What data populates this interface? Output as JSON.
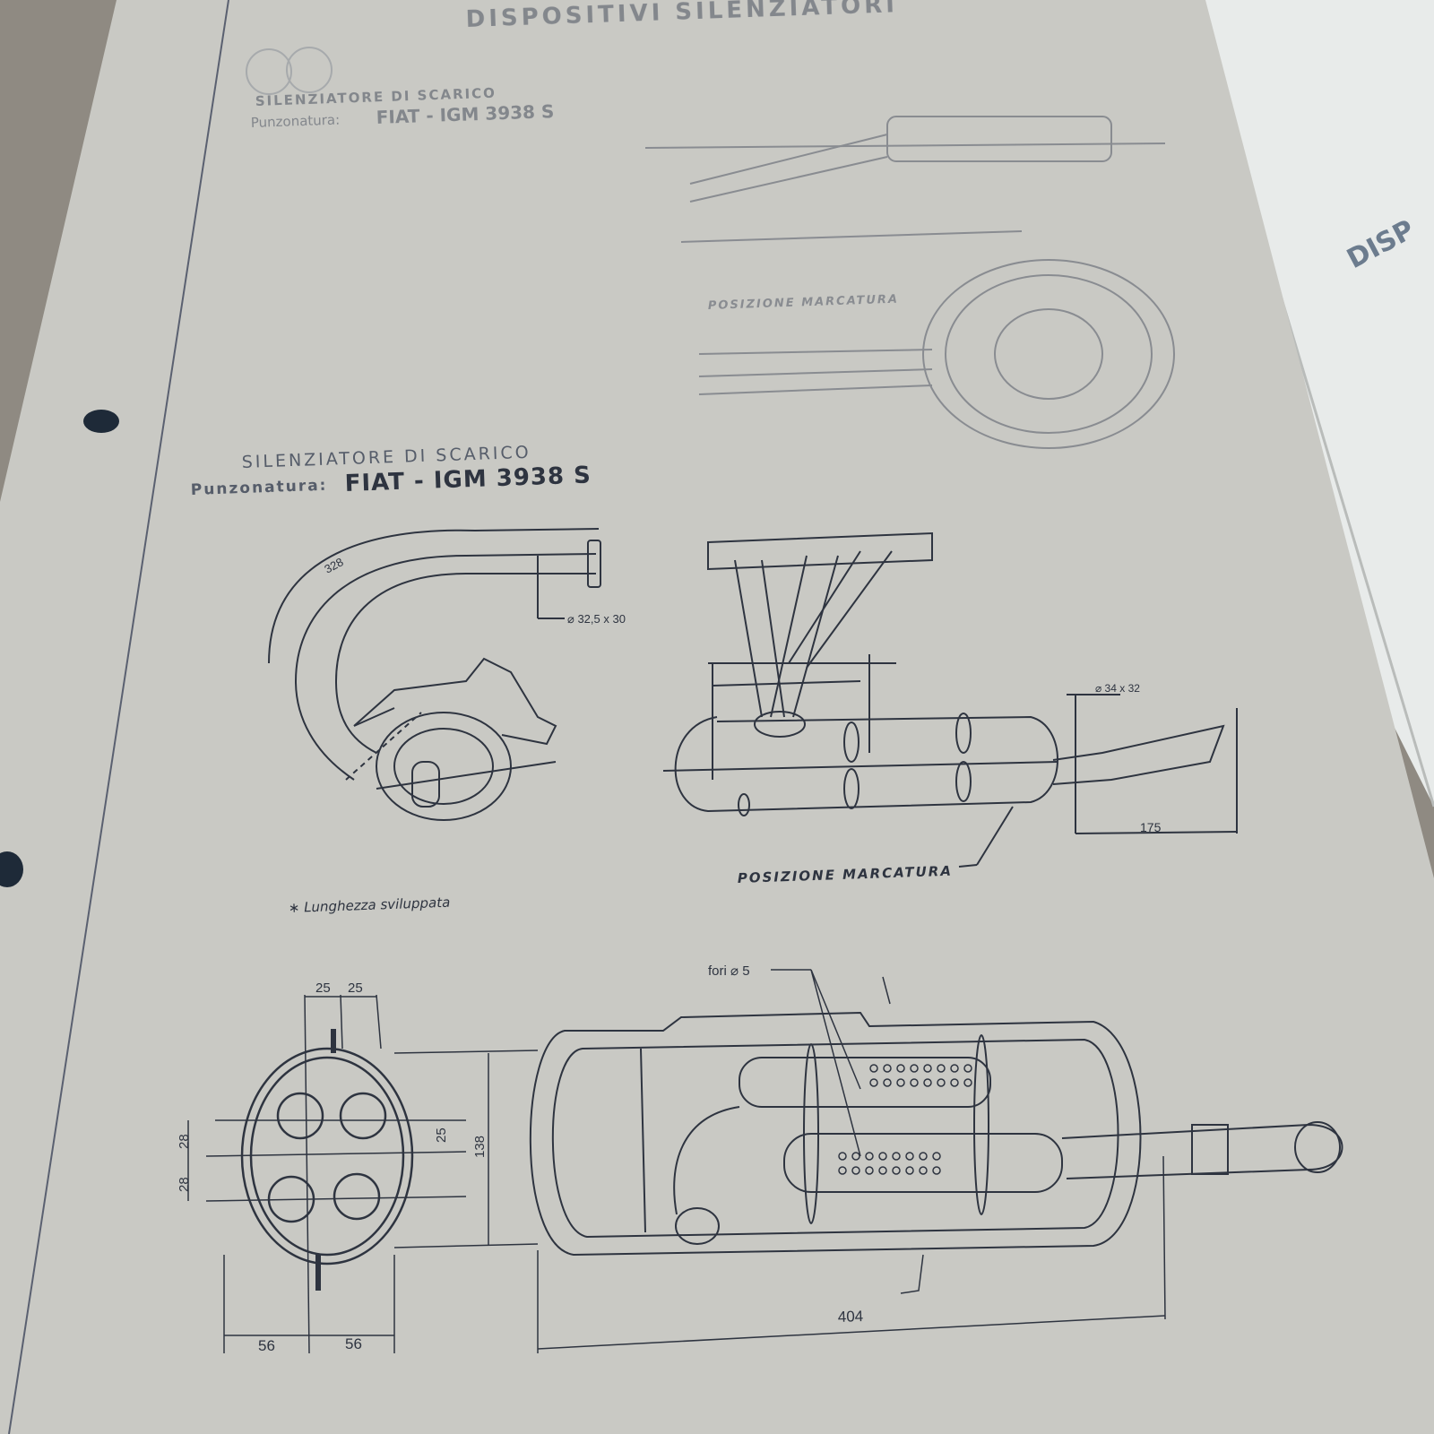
{
  "header": {
    "title": "DISPOSITIVI SILENZIATORI",
    "section_label": "SILENZIATORE DI SCARICO",
    "punch_prefix": "Punzonatura:",
    "punch_code": "FIAT - IGM 3938 S"
  },
  "upper_drawing": {
    "marking_label": "POSIZIONE MARCATURA"
  },
  "section": {
    "title": "SILENZIATORE DI SCARICO",
    "punch_prefix": "Punzonatura:",
    "punch_code": "FIAT - IGM 3938 S"
  },
  "pipe_drawing": {
    "developed_length": "328",
    "pipe_diameter": "⌀ 32,5 x 30",
    "footnote": "∗ Lunghezza  sviluppata"
  },
  "assembly_drawing": {
    "tail_diameter": "⌀ 34 x 32",
    "tail_length": "175",
    "marking_label": "POSIZIONE MARCATURA"
  },
  "section_drawing": {
    "hole_note": "fori ⌀ 5",
    "dims": {
      "top_left": "25",
      "top_right": "25",
      "left_upper": "28",
      "left_lower": "28",
      "right_small": "25",
      "height": "138",
      "bottom_left": "56",
      "bottom_right": "56",
      "length": "404"
    }
  },
  "side_page": {
    "fragment": "DISP"
  },
  "colors": {
    "paper": "#c9c9c4",
    "ink": "#2e3440",
    "shadow": "#8f8a82",
    "binder_hole": "#1e2a38"
  }
}
